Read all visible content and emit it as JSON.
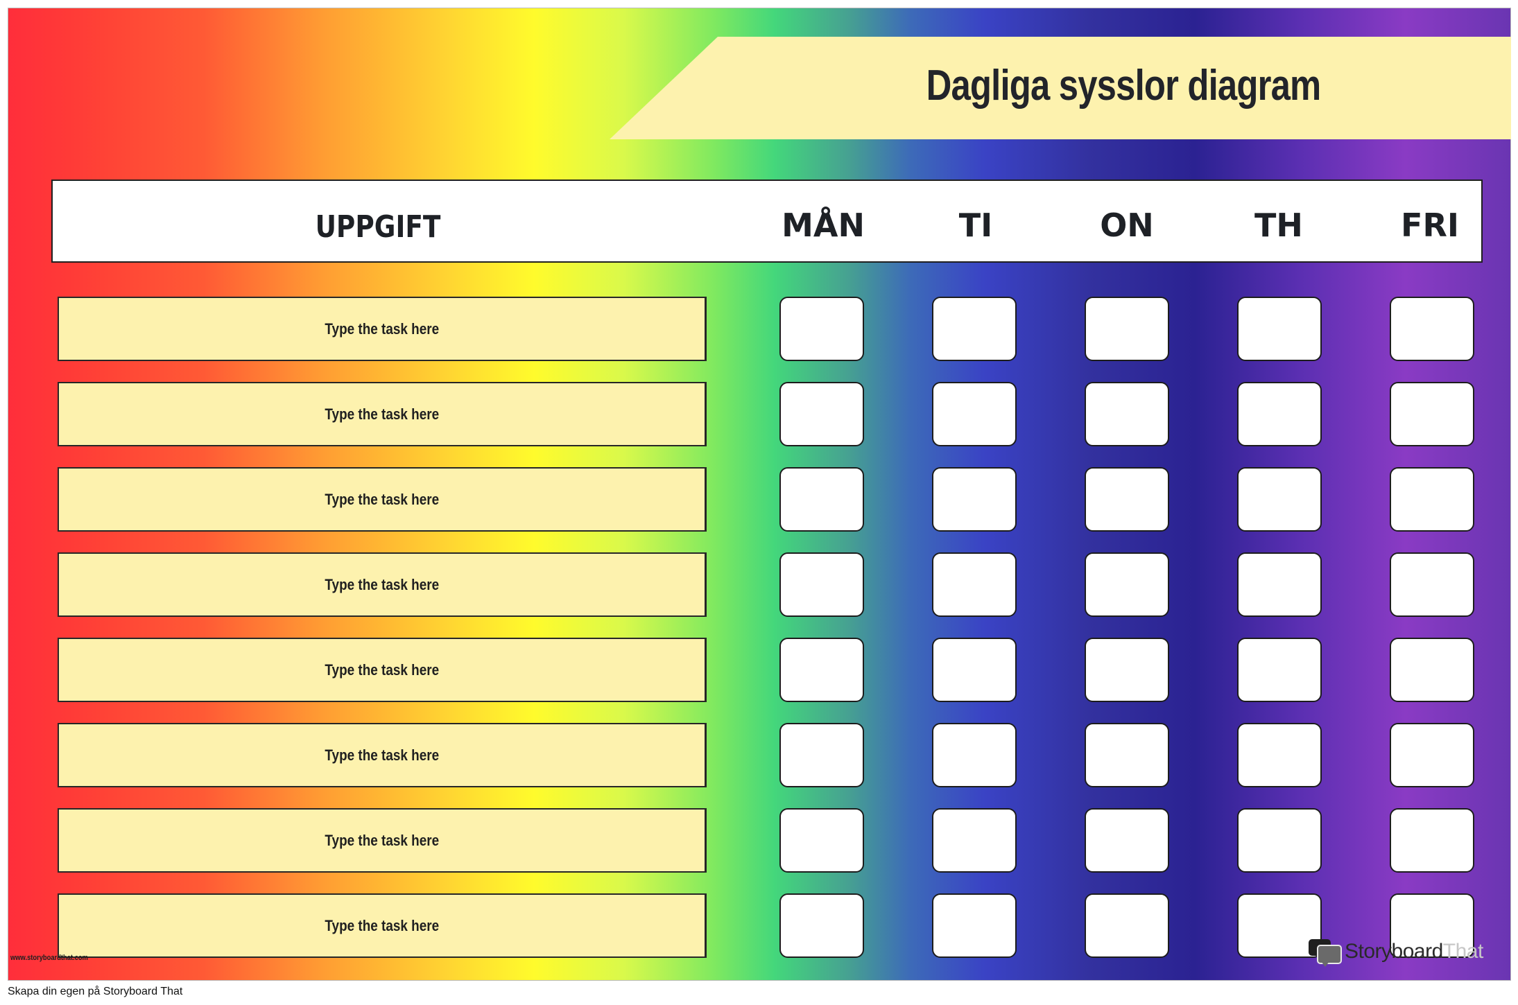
{
  "chart": {
    "title": "Dagliga sysslor diagram",
    "task_header": "UPPGIFT",
    "days": [
      "MÅN",
      "TI",
      "ON",
      "TH",
      "FRI"
    ],
    "tasks": [
      "Type the task here",
      "Type the task here",
      "Type the task here",
      "Type the task here",
      "Type the task here",
      "Type the task here",
      "Type the task here",
      "Type the task here"
    ]
  },
  "watermark": {
    "url": "www.storyboardthat.com",
    "logo_word1": "Storyboard",
    "logo_word2": "That"
  },
  "footer": {
    "text": "Skapa din egen på Storyboard That"
  },
  "colors": {
    "banner": "#fdf2ae",
    "task_box": "#fdf2ae",
    "gradient_start": "#ff2e3b",
    "gradient_mid": "#fffb2c",
    "gradient_end": "#6a35b2"
  }
}
